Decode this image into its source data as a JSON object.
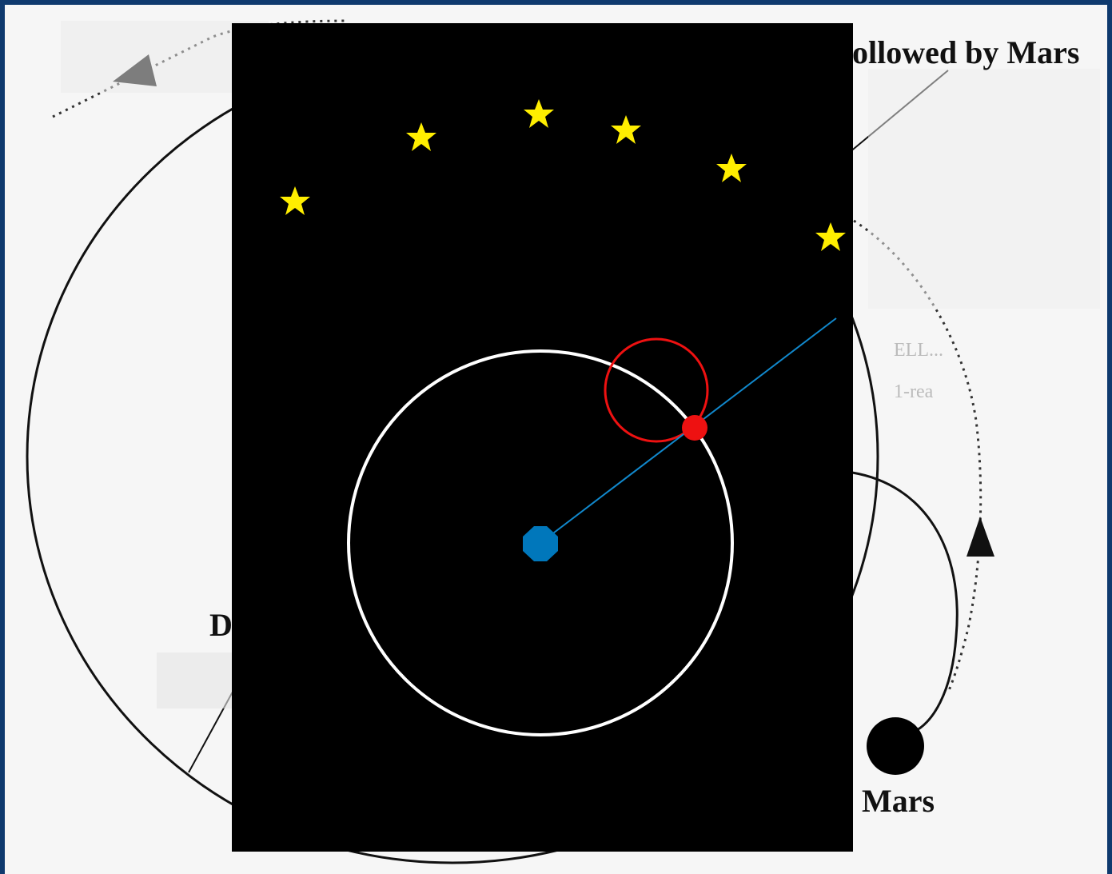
{
  "paper": {
    "caption_top": "ollowed by Mars",
    "label_mars": "Mars",
    "label_left_partial": "D",
    "smudge_text_1": "ELL...",
    "smudge_text_2": "1-rea"
  },
  "animation": {
    "star_count": 6,
    "colors": {
      "background": "#000000",
      "star": "#ffee00",
      "orbit": "#ffffff",
      "sun": "#0077bb",
      "planet": "#ee1111",
      "epicycle": "#ee1111",
      "sightline": "#1188cc"
    }
  },
  "colors": {
    "frame": "#0f3a6e",
    "paper": "#f6f6f6",
    "ink": "#111111"
  }
}
